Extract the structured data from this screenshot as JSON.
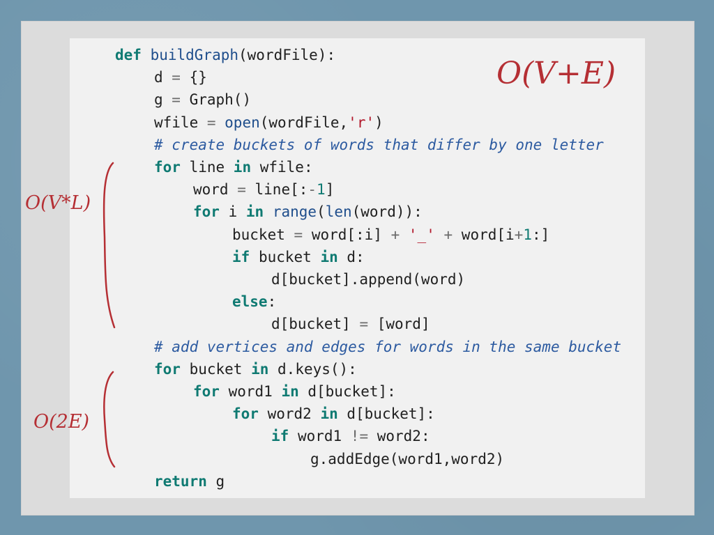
{
  "slide": {
    "top_note": "O(V+E)",
    "loop1_note": "O(V*L)",
    "loop2_note": "O(2E)"
  },
  "code": {
    "lines": [
      {
        "indent": 0,
        "tokens": [
          [
            "kw",
            "def "
          ],
          [
            "fn",
            "buildGraph"
          ],
          [
            "plain",
            "(wordFile):"
          ]
        ]
      },
      {
        "indent": 1,
        "tokens": [
          [
            "plain",
            "d "
          ],
          [
            "op",
            "= "
          ],
          [
            "plain",
            "{}"
          ]
        ]
      },
      {
        "indent": 1,
        "tokens": [
          [
            "plain",
            "g "
          ],
          [
            "op",
            "= "
          ],
          [
            "plain",
            "Graph()"
          ]
        ]
      },
      {
        "indent": 1,
        "tokens": [
          [
            "plain",
            "wfile "
          ],
          [
            "op",
            "= "
          ],
          [
            "fn",
            "open"
          ],
          [
            "plain",
            "(wordFile,"
          ],
          [
            "str",
            "'r'"
          ],
          [
            "plain",
            ")"
          ]
        ]
      },
      {
        "indent": 1,
        "tokens": [
          [
            "cm",
            "# create buckets of words that differ by one letter"
          ]
        ]
      },
      {
        "indent": 1,
        "tokens": [
          [
            "kw",
            "for "
          ],
          [
            "plain",
            "line "
          ],
          [
            "kw",
            "in "
          ],
          [
            "plain",
            "wfile:"
          ]
        ]
      },
      {
        "indent": 2,
        "tokens": [
          [
            "plain",
            "word "
          ],
          [
            "op",
            "= "
          ],
          [
            "plain",
            "line[:"
          ],
          [
            "op",
            "-"
          ],
          [
            "num",
            "1"
          ],
          [
            "plain",
            "]"
          ]
        ]
      },
      {
        "indent": 2,
        "tokens": [
          [
            "kw",
            "for "
          ],
          [
            "plain",
            "i "
          ],
          [
            "kw",
            "in "
          ],
          [
            "fn",
            "range"
          ],
          [
            "plain",
            "("
          ],
          [
            "fn",
            "len"
          ],
          [
            "plain",
            "(word)):"
          ]
        ]
      },
      {
        "indent": 3,
        "tokens": [
          [
            "plain",
            "bucket "
          ],
          [
            "op",
            "= "
          ],
          [
            "plain",
            "word[:i] "
          ],
          [
            "op",
            "+ "
          ],
          [
            "str",
            "'_'"
          ],
          [
            "plain",
            " "
          ],
          [
            "op",
            "+ "
          ],
          [
            "plain",
            "word[i"
          ],
          [
            "op",
            "+"
          ],
          [
            "num",
            "1"
          ],
          [
            "plain",
            ":]"
          ]
        ]
      },
      {
        "indent": 3,
        "tokens": [
          [
            "kw",
            "if "
          ],
          [
            "plain",
            "bucket "
          ],
          [
            "kw",
            "in "
          ],
          [
            "plain",
            "d:"
          ]
        ]
      },
      {
        "indent": 4,
        "tokens": [
          [
            "plain",
            "d[bucket].append(word)"
          ]
        ]
      },
      {
        "indent": 3,
        "tokens": [
          [
            "kw",
            "else"
          ],
          [
            "plain",
            ":"
          ]
        ]
      },
      {
        "indent": 4,
        "tokens": [
          [
            "plain",
            "d[bucket] "
          ],
          [
            "op",
            "= "
          ],
          [
            "plain",
            "[word]"
          ]
        ]
      },
      {
        "indent": 1,
        "tokens": [
          [
            "cm",
            "# add vertices and edges for words in the same bucket"
          ]
        ]
      },
      {
        "indent": 1,
        "tokens": [
          [
            "kw",
            "for "
          ],
          [
            "plain",
            "bucket "
          ],
          [
            "kw",
            "in "
          ],
          [
            "plain",
            "d.keys():"
          ]
        ]
      },
      {
        "indent": 2,
        "tokens": [
          [
            "kw",
            "for "
          ],
          [
            "plain",
            "word1 "
          ],
          [
            "kw",
            "in "
          ],
          [
            "plain",
            "d[bucket]:"
          ]
        ]
      },
      {
        "indent": 3,
        "tokens": [
          [
            "kw",
            "for "
          ],
          [
            "plain",
            "word2 "
          ],
          [
            "kw",
            "in "
          ],
          [
            "plain",
            "d[bucket]:"
          ]
        ]
      },
      {
        "indent": 4,
        "tokens": [
          [
            "kw",
            "if "
          ],
          [
            "plain",
            "word1 "
          ],
          [
            "op",
            "!= "
          ],
          [
            "plain",
            "word2:"
          ]
        ]
      },
      {
        "indent": 5,
        "tokens": [
          [
            "plain",
            "g.addEdge(word1,word2)"
          ]
        ]
      },
      {
        "indent": 1,
        "tokens": [
          [
            "kw",
            "return "
          ],
          [
            "plain",
            "g"
          ]
        ]
      }
    ]
  },
  "colors": {
    "background": "#6f96ad",
    "paper": "#dcdcdc",
    "code_panel": "#f1f1f1",
    "keyword": "#0f7a72",
    "function": "#1f4e8c",
    "string": "#b2182b",
    "comment": "#2c5aa0",
    "annotation": "#b52f34"
  }
}
